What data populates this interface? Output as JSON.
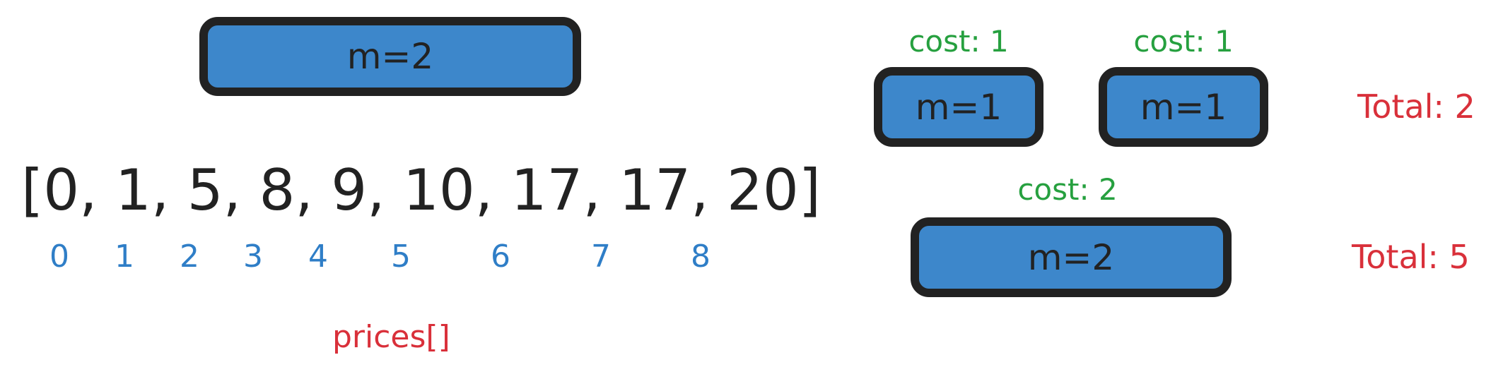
{
  "top_rod": {
    "label": "m=2"
  },
  "array": {
    "text": "[0, 1, 5, 8, 9, 10, 17, 17, 20]",
    "indices": [
      "0",
      "1",
      "2",
      "3",
      "4",
      "5",
      "6",
      "7",
      "8"
    ],
    "name": "prices[]"
  },
  "option1": {
    "pieces": [
      {
        "cost": "cost: 1",
        "label": "m=1"
      },
      {
        "cost": "cost: 1",
        "label": "m=1"
      }
    ],
    "total": "Total: 2"
  },
  "option2": {
    "pieces": [
      {
        "cost": "cost: 2",
        "label": "m=2"
      }
    ],
    "total": "Total: 5"
  },
  "colors": {
    "rod_fill": "#3d87cb",
    "rod_border": "#222222",
    "cost": "#26a03f",
    "total": "#d9303a",
    "index": "#2f7ec7"
  }
}
